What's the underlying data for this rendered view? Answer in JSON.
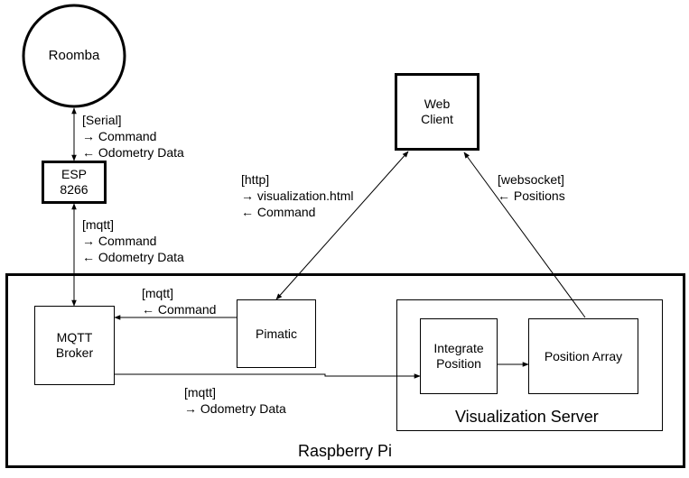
{
  "nodes": {
    "roomba": "Roomba",
    "web_client": "Web\nClient",
    "esp": "ESP\n8266",
    "mqtt_broker": "MQTT\nBroker",
    "pimatic": "Pimatic",
    "integrate_position": "Integrate\nPosition",
    "position_array": "Position Array",
    "visualization_server": "Visualization Server",
    "raspberry_pi": "Raspberry Pi"
  },
  "labels": {
    "serial": {
      "protocol": "[Serial]",
      "line1": "→ Command",
      "line2": "← Odometry Data"
    },
    "mqtt_esp": {
      "protocol": "[mqtt]",
      "line1": "→ Command",
      "line2": "← Odometry Data"
    },
    "http": {
      "protocol": "[http]",
      "line1": "→ visualization.html",
      "line2": "← Command"
    },
    "websocket": {
      "protocol": "[websocket]",
      "line1": "← Positions"
    },
    "mqtt_pimatic": {
      "protocol": "[mqtt]",
      "line1": "← Command"
    },
    "mqtt_odometry": {
      "protocol": "[mqtt]",
      "line1": "→ Odometry Data"
    }
  }
}
